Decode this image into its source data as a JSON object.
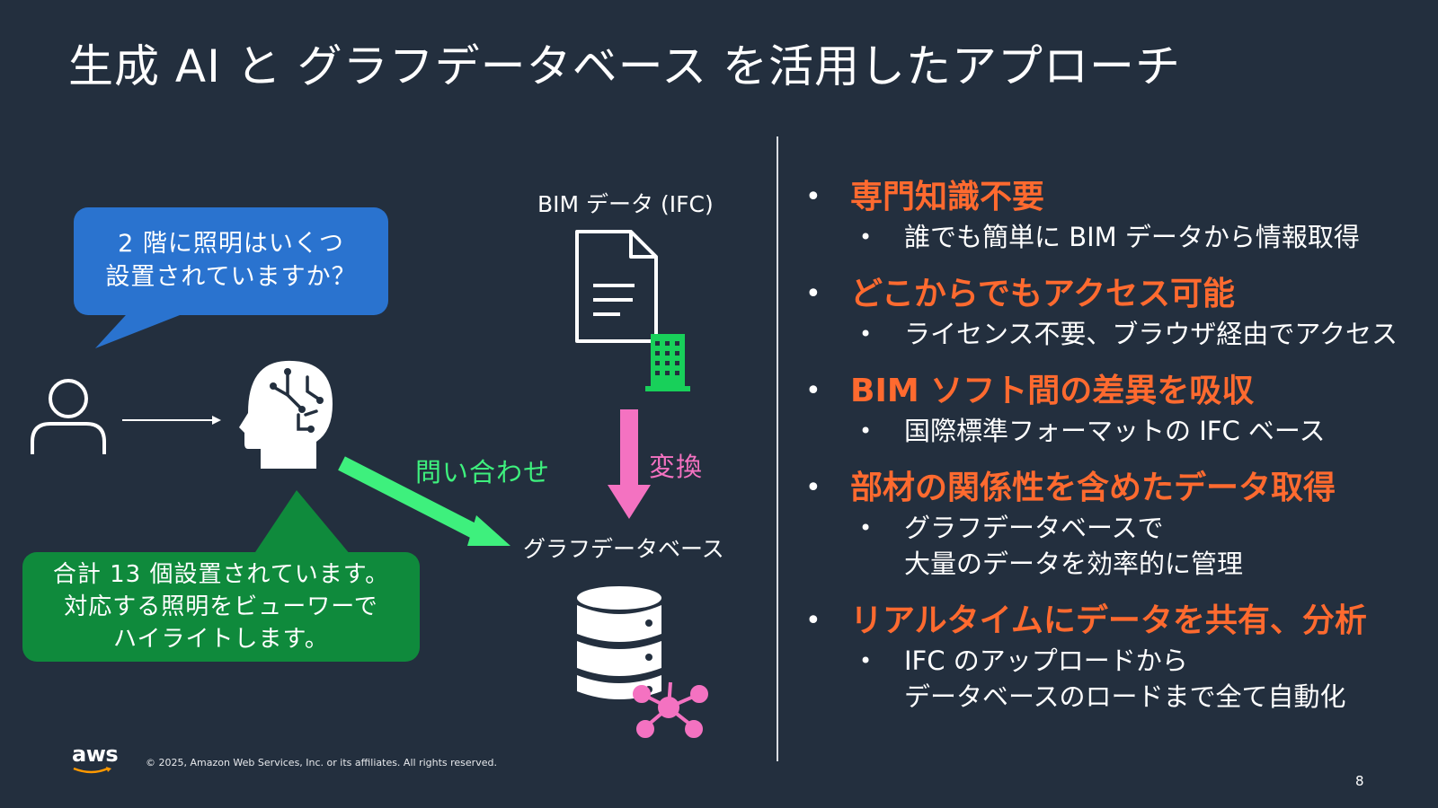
{
  "slide": {
    "title": "生成 AI と グラフデータベース を活用したアプローチ",
    "page_number": "8",
    "copyright": "© 2025, Amazon Web Services, Inc. or its affiliates. All rights reserved.",
    "logo_text": "aws",
    "colors": {
      "background": "#232f3e",
      "accent_orange": "#ff6a2f",
      "bubble_blue": "#2a73cf",
      "bubble_green": "#0f8a3c",
      "arrow_green": "#3ef07d",
      "arrow_pink": "#f472c1",
      "building_green": "#18d05a"
    }
  },
  "diagram": {
    "question_bubble": {
      "lines": [
        "2 階に照明はいくつ",
        "設置されていますか？"
      ]
    },
    "answer_bubble": {
      "lines": [
        "合計 13 個設置されています。",
        "対応する照明をビューワーで",
        "ハイライトします。"
      ]
    },
    "bim_label": "BIM データ (IFC)",
    "query_label": "問い合わせ",
    "convert_label": "変換",
    "graphdb_label": "グラフデータベース",
    "icons": [
      "user-icon",
      "ai-head-icon",
      "document-icon",
      "building-icon",
      "database-icon",
      "graph-network-icon"
    ]
  },
  "benefits": [
    {
      "heading": "専門知識不要",
      "details": [
        "誰でも簡単に BIM データから情報取得"
      ]
    },
    {
      "heading": "どこからでもアクセス可能",
      "details": [
        "ライセンス不要、ブラウザ経由でアクセス"
      ]
    },
    {
      "heading": "BIM ソフト間の差異を吸収",
      "details": [
        "国際標準フォーマットの IFC ベース"
      ]
    },
    {
      "heading": "部材の関係性を含めたデータ取得",
      "details": [
        "グラフデータベースで",
        "大量のデータを効率的に管理"
      ]
    },
    {
      "heading": "リアルタイムにデータを共有、分析",
      "details": [
        "IFC のアップロードから",
        "データベースのロードまで全て自動化"
      ]
    }
  ]
}
